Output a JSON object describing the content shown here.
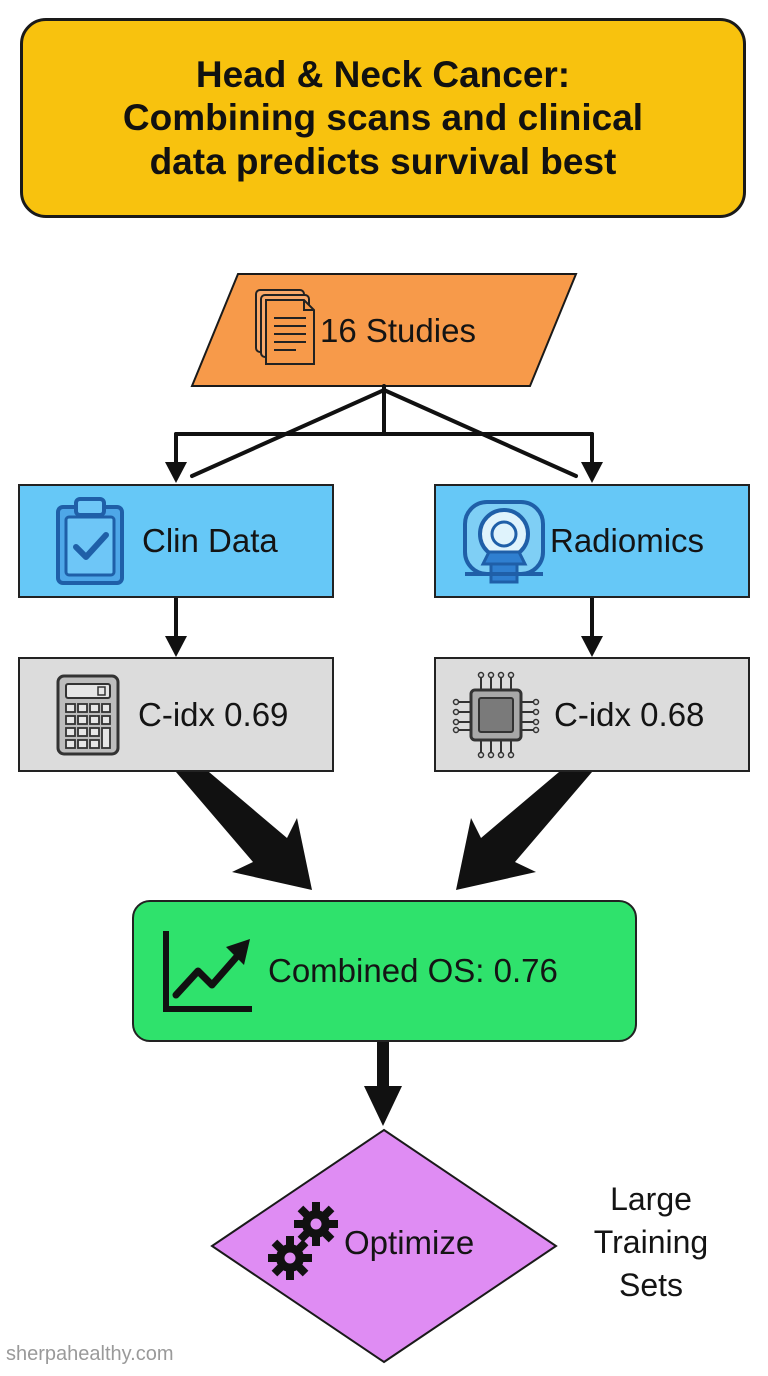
{
  "title": {
    "line1": "Head & Neck Cancer:",
    "line2": "Combining scans and clinical",
    "line3": "data predicts survival best"
  },
  "nodes": {
    "studies": {
      "label": "16 Studies",
      "icon": "documents-icon",
      "color": "#f79a4a"
    },
    "clin_data": {
      "label": "Clin Data",
      "icon": "clipboard-check-icon",
      "color": "#66c8f7"
    },
    "radiomics": {
      "label": "Radiomics",
      "icon": "mri-scanner-icon",
      "color": "#66c8f7"
    },
    "cidx_clin": {
      "label": "C-idx 0.69",
      "icon": "calculator-icon",
      "color": "#dcdcdc"
    },
    "cidx_radiomics": {
      "label": "C-idx 0.68",
      "icon": "chip-icon",
      "color": "#dcdcdc"
    },
    "combined": {
      "label": "Combined OS: 0.76",
      "icon": "trend-up-chart-icon",
      "color": "#2fe26c"
    },
    "optimize": {
      "label": "Optimize",
      "icon": "gears-icon",
      "color": "#df8cf3"
    }
  },
  "side_note": {
    "line1": "Large",
    "line2": "Training",
    "line3": "Sets"
  },
  "watermark": "sherpahealthy.com",
  "colors": {
    "title_bg": "#f8c20e",
    "stroke": "#1a1a1a"
  }
}
